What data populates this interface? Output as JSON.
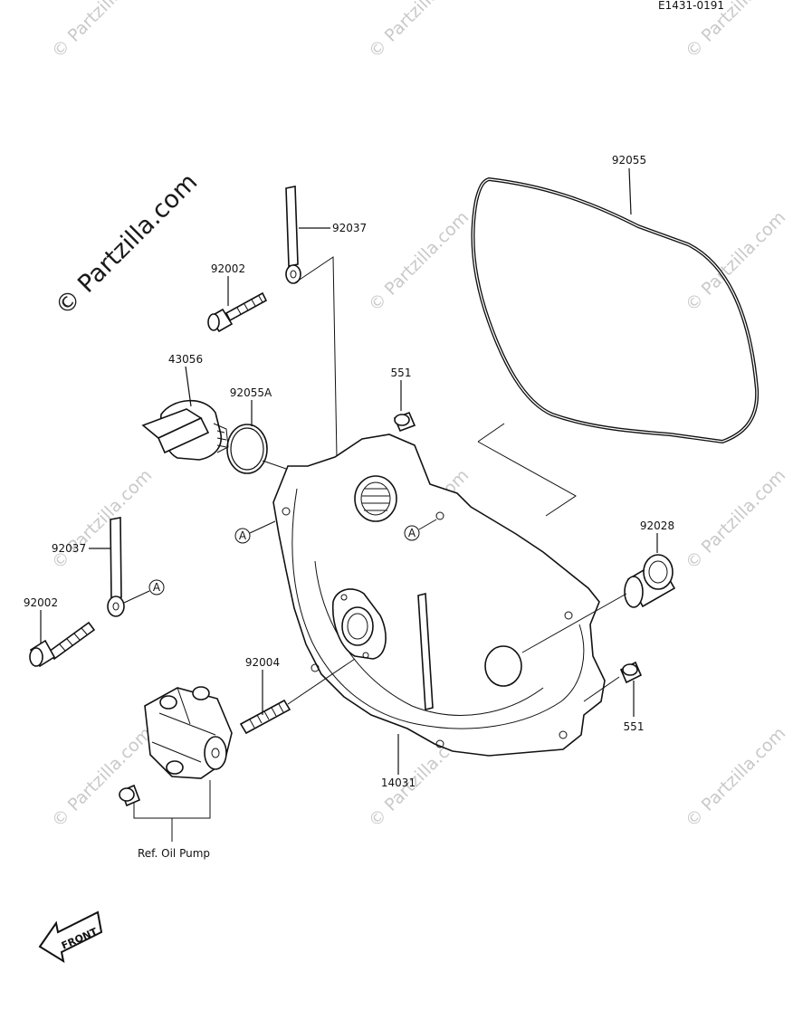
{
  "diagram": {
    "ref_code": "E1431-0191",
    "watermark_text": "© Partzilla.com",
    "front_label": "FRONT",
    "callout_letter": "A",
    "parts": {
      "p92055": "92055",
      "p92037_top": "92037",
      "p92002_top": "92002",
      "p43056": "43056",
      "p92055A": "92055A",
      "p551_top": "551",
      "p92028": "92028",
      "p92037_left": "92037",
      "p92002_left": "92002",
      "p92004": "92004",
      "p551_right": "551",
      "p14031": "14031",
      "ref_oil_pump": "Ref. Oil Pump"
    }
  }
}
